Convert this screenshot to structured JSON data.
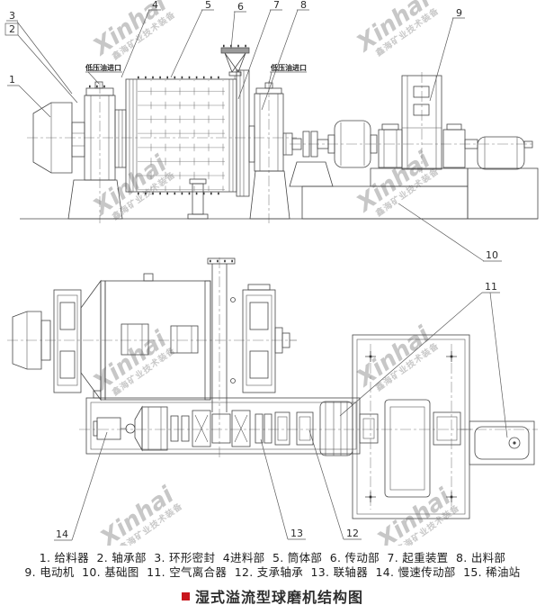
{
  "watermark": {
    "brand": "Xinhai",
    "tagline": "鑫海矿业技术装备"
  },
  "annotations": {
    "oil_inlet": "低压油进口"
  },
  "callouts": {
    "n1": "1",
    "n2": "2",
    "n3": "3",
    "n4": "4",
    "n5": "5",
    "n6": "6",
    "n7": "7",
    "n8": "8",
    "n9": "9",
    "n10": "10",
    "n11": "11",
    "n12": "12",
    "n13": "13",
    "n14": "14"
  },
  "legend": {
    "items": [
      "1. 给料器",
      "2. 轴承部",
      "3. 环形密封",
      "4进料部",
      "5. 筒体部",
      "6. 传动部",
      "7. 起重装置",
      "8. 出料部",
      "9. 电动机",
      "10. 基础图",
      "11. 空气离合器",
      "12. 支承轴承",
      "13. 联轴器",
      "14. 慢速传动部",
      "15. 稀油站"
    ]
  },
  "title": {
    "text": "湿式溢流型球磨机结构图",
    "bullet_color": "#c8161d"
  }
}
